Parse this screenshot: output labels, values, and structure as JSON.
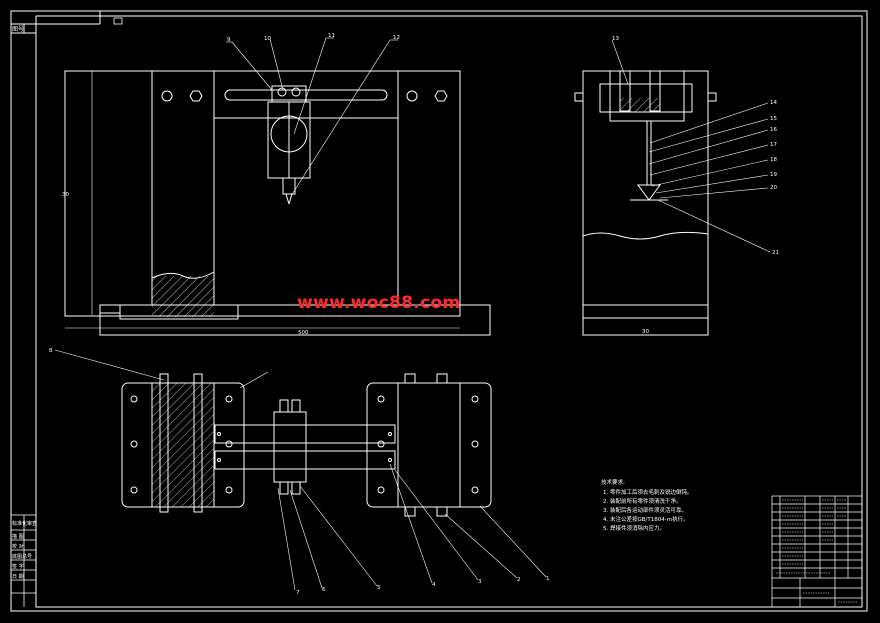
{
  "title_box": {
    "code": "图号"
  },
  "watermark": "www.woc88.com",
  "front_view": {
    "labels": [
      "9",
      "10",
      "11",
      "12"
    ],
    "dim_height": "30",
    "dim_width": "500"
  },
  "side_view": {
    "labels": [
      "13",
      "14",
      "15",
      "16",
      "17",
      "18",
      "19",
      "20",
      "21"
    ],
    "dim_width": "30"
  },
  "top_view": {
    "labels": [
      "8",
      "7",
      "6",
      "5",
      "4",
      "3",
      "2",
      "1"
    ]
  },
  "tech_requirements": {
    "heading": "技术要求:",
    "lines": [
      "1. 零件加工后须去毛刺及锐边倒钝。",
      "2. 装配前所有零件须清洗干净。",
      "3. 装配后各运动部件须灵活可靠。",
      "4. 未注公差按GB/T1804-m执行。",
      "5. 焊接件须消除内应力。"
    ]
  },
  "left_strip": {
    "fields": [
      "标准化审查",
      "描 图",
      "校 对",
      "底图总号",
      "签 字",
      "日 期"
    ]
  }
}
